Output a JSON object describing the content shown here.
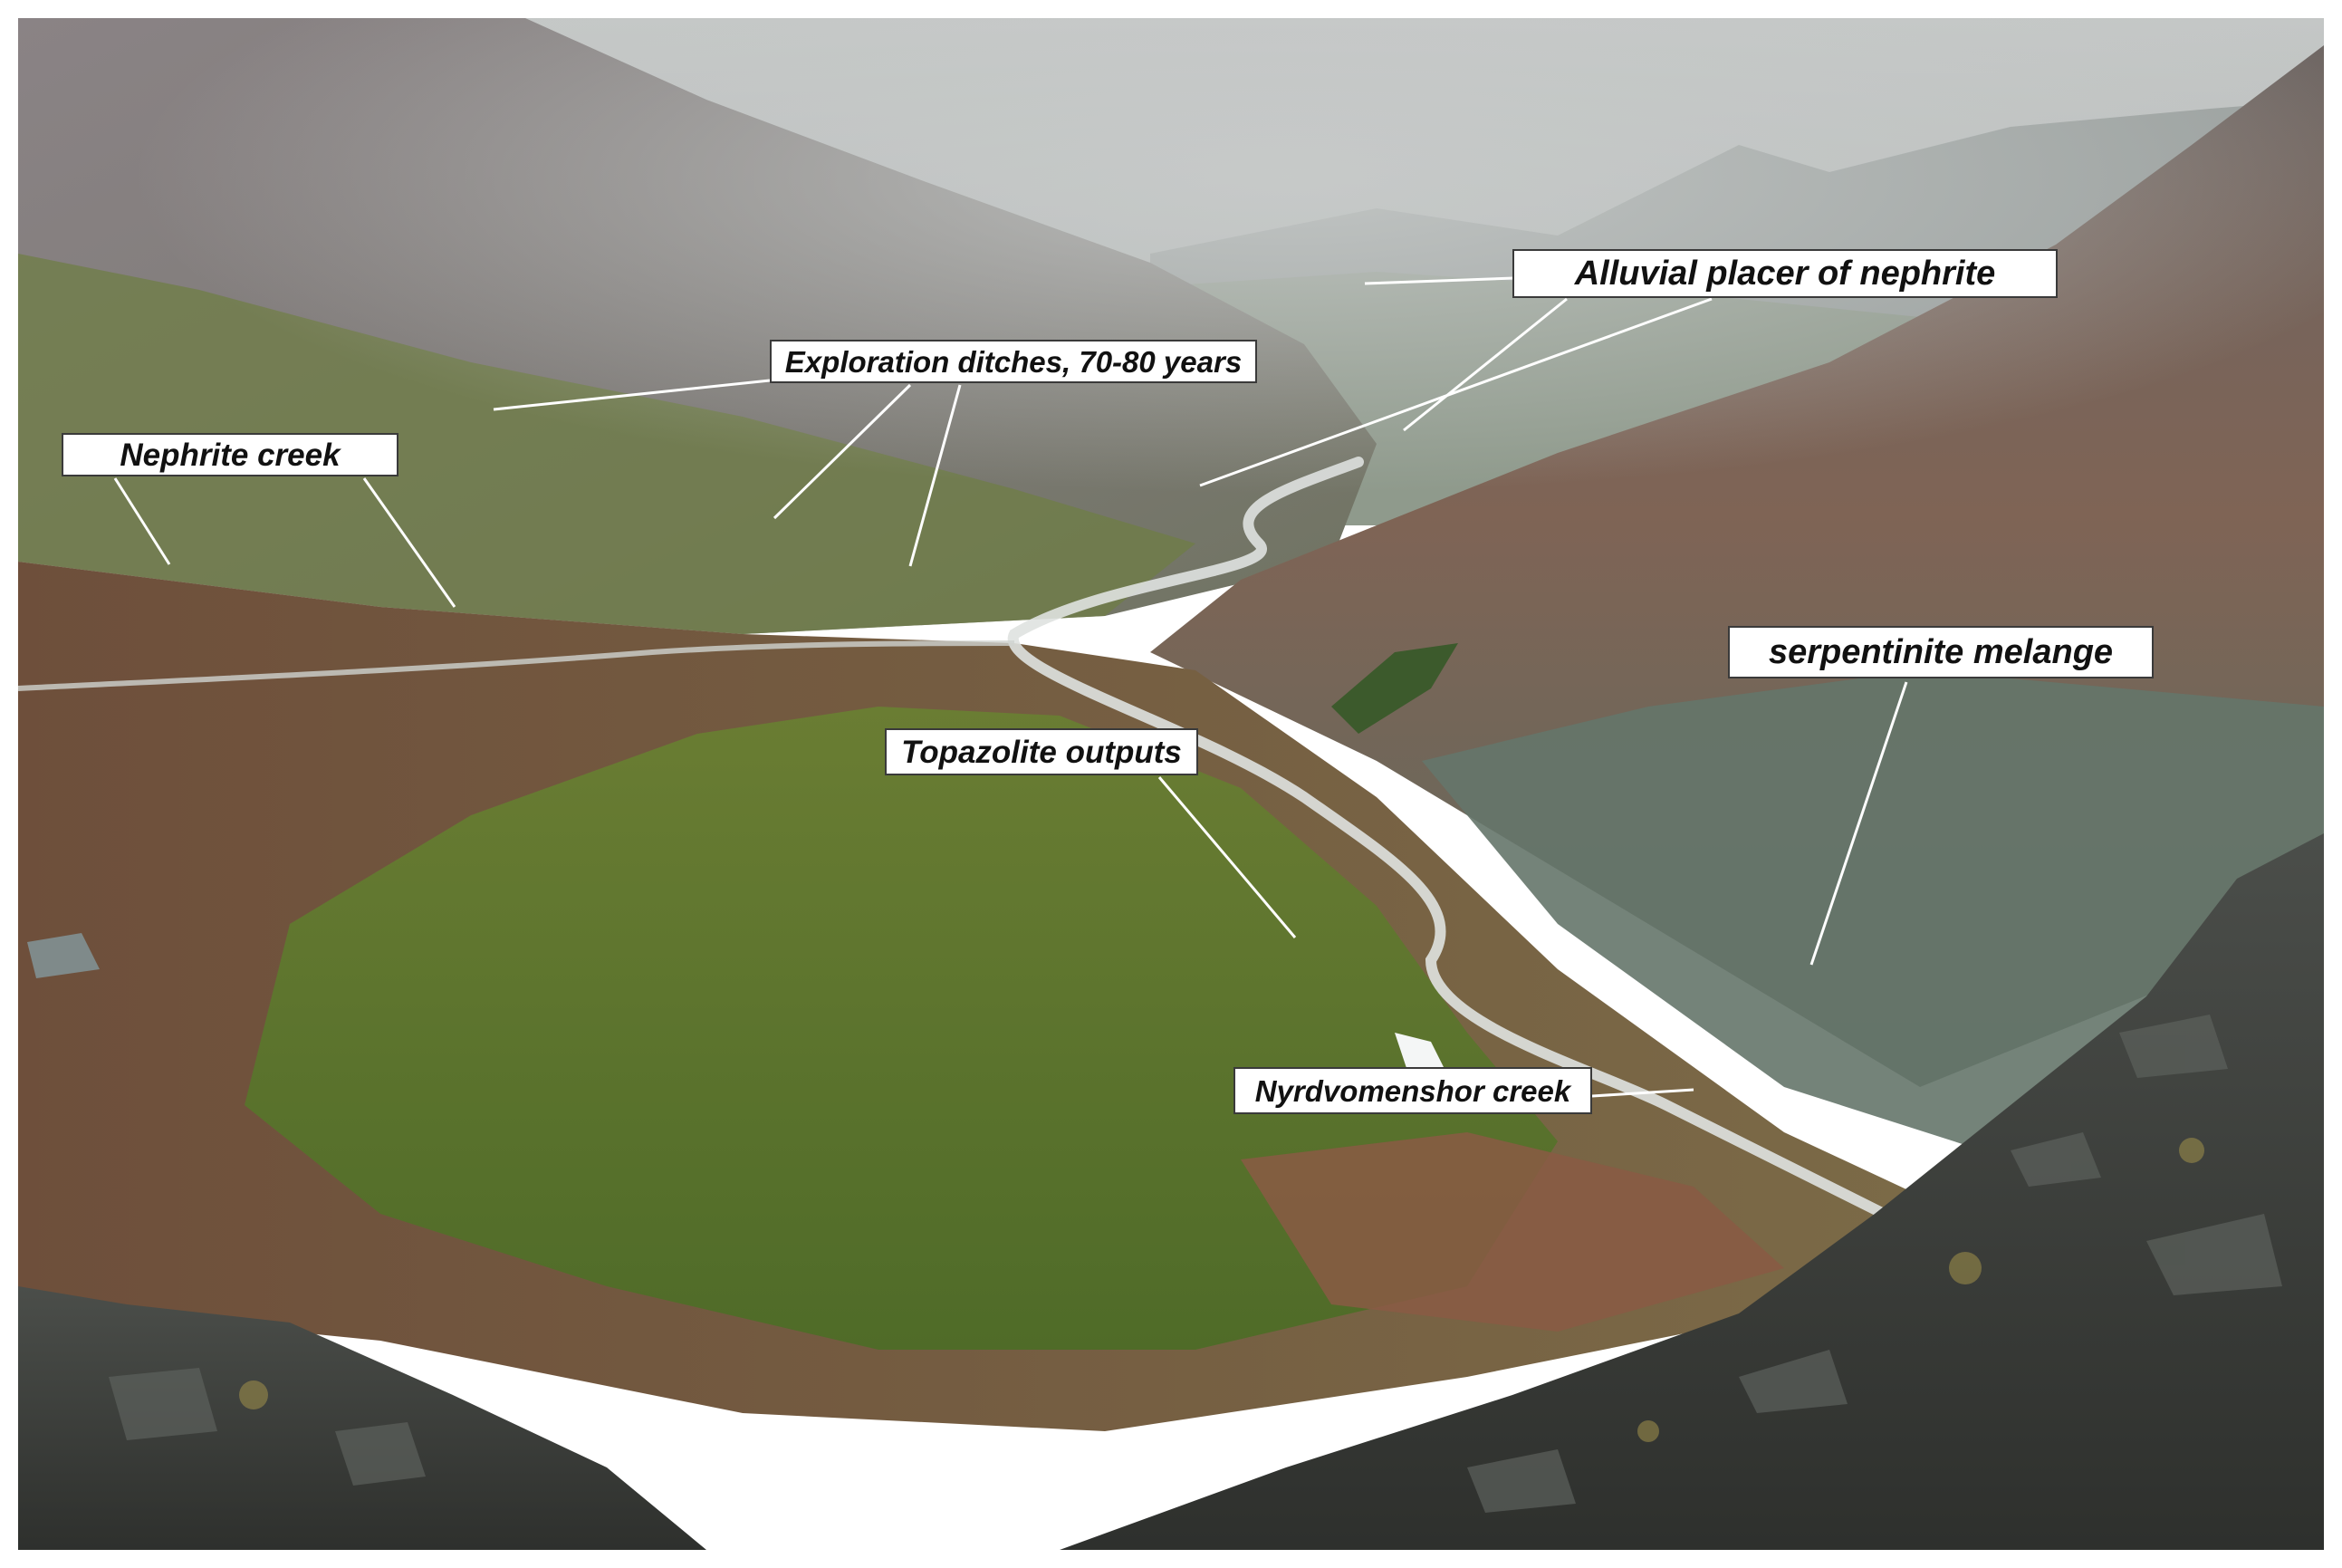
{
  "labels": {
    "alluvial": "Alluvial placer of nephrite",
    "ditches": "Exploration ditches, 70-80 years",
    "nephrite_creek": "Nephrite creek",
    "serpentinite": "serpentinite melange",
    "topazolite": "Topazolite outputs",
    "nyrdvomenshor": "Nyrdvomenshor creek"
  },
  "colors": {
    "sky": "#b9bcbc",
    "far_mountains": "#9aa09e",
    "slope_gray": "#7f7a78",
    "meadow_green": "#5d7a2c",
    "tundra_brown": "#7a5a3c",
    "scree_red": "#8a5a44",
    "rock_dark": "#3d403d",
    "stream": "#dfe2e0",
    "leader_line": "#ffffff",
    "label_background": "#ffffff",
    "label_text": "#111111"
  }
}
